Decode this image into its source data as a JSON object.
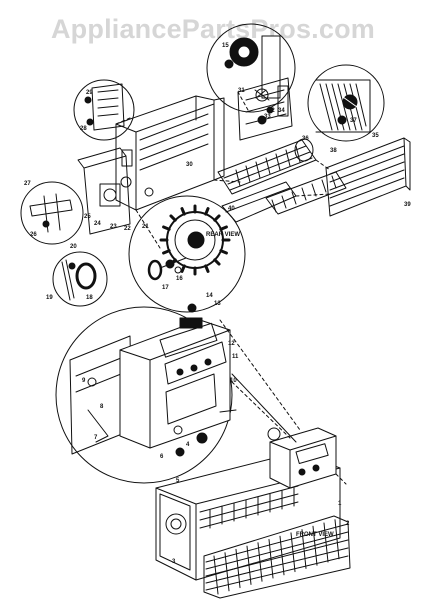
{
  "watermark": "AppliancePartsPros.com",
  "views": {
    "rear": "REAR VIEW",
    "front": "FRONT VIEW"
  },
  "part_numbers": [
    "1",
    "2",
    "3",
    "4",
    "5",
    "6",
    "7",
    "8",
    "9",
    "10",
    "11",
    "12",
    "13",
    "14",
    "15",
    "16",
    "17",
    "18",
    "19",
    "20",
    "21",
    "22",
    "23",
    "24",
    "25",
    "26",
    "27",
    "28",
    "29",
    "30",
    "31",
    "32",
    "33",
    "34",
    "35",
    "36",
    "37",
    "38",
    "39",
    "40"
  ],
  "colors": {
    "line": "#111111",
    "watermark": "#d6d6d6",
    "background": "#ffffff"
  }
}
